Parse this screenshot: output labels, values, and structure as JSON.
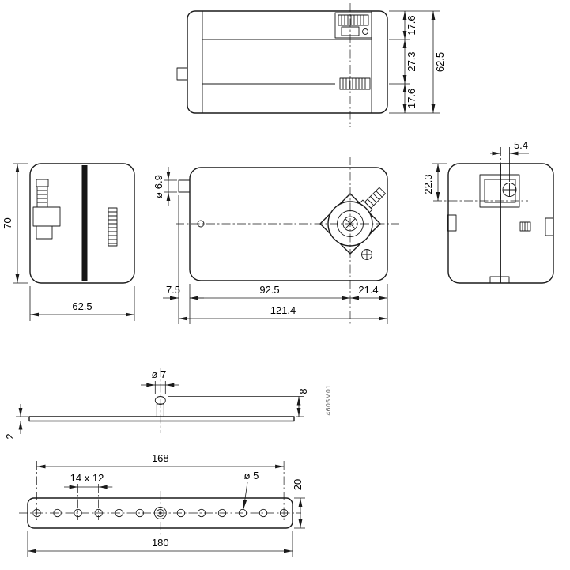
{
  "drawing_code": "4605M01",
  "colors": {
    "line": "#1a1a1a",
    "background": "#ffffff"
  },
  "views": {
    "top": {
      "dim_upper": "17.6",
      "dim_middle": "27.3",
      "dim_lower": "17.6",
      "dim_total": "62.5"
    },
    "side_left": {
      "dim_height": "70",
      "dim_depth": "62.5"
    },
    "front": {
      "dim_spindle": "ø 6.9",
      "dim_left": "7.5",
      "dim_center": "92.5",
      "dim_right": "21.4",
      "dim_total": "121.4"
    },
    "side_right": {
      "dim_offset": "5.4",
      "dim_axis": "22.3"
    },
    "bracket_side": {
      "dim_pin_dia": "ø 7",
      "dim_pin_height": "8",
      "dim_thickness": "2"
    },
    "bracket_top": {
      "dim_hole_span": "168",
      "dim_hole_grid": "14 x 12",
      "dim_hole_dia": "ø 5",
      "dim_width": "20",
      "dim_length": "180"
    }
  }
}
